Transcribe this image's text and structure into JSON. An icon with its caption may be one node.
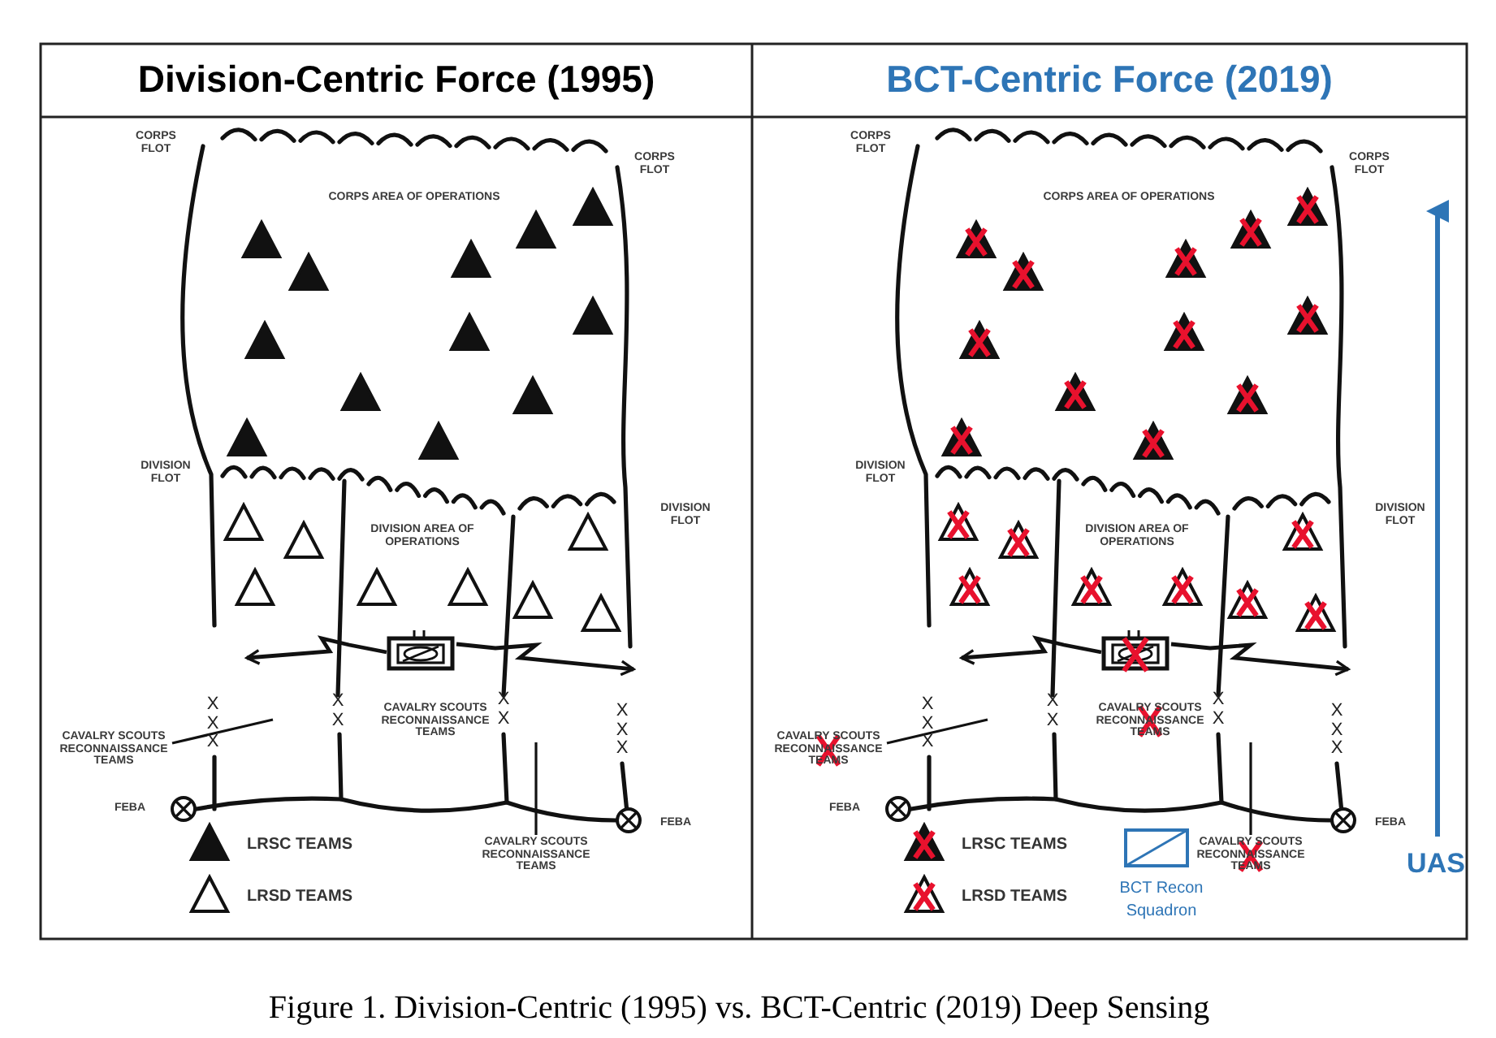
{
  "diagram": {
    "caption": "Figure 1.   Division-Centric (1995) vs. BCT-Centric (2019) Deep Sensing",
    "nodes": [
      {
        "text": [],
        "shape": "box"
      },
      {
        "text": [
          "CAVALRY SCOUTS RECONNAISSANCE TEAMS"
        ]
      },
      {
        "text": [
          "CAVALRY SCOUTS RECONNAISSANCE TEAMS"
        ]
      },
      {
        "text": [],
        "shape": "box"
      },
      {
        "text": [
          "CAVALRY SCOUTS RECONNAISSANCE TEAMS"
        ]
      },
      {
        "text": [
          "CAVALRY SCOUTS RECONNAISSANCE TEAMS"
        ]
      }
    ],
    "edges": [
      {
        "from": 0,
        "to": null,
        "arrow": "to"
      },
      {
        "from": 0,
        "to": null,
        "arrow": "to"
      },
      {
        "from": 1,
        "to": null,
        "arrow": "none"
      },
      {
        "from": 2,
        "to": null,
        "arrow": "none"
      },
      {
        "from": 3,
        "to": null,
        "arrow": "to"
      },
      {
        "from": 3,
        "to": null,
        "arrow": "to"
      },
      {
        "from": 4,
        "to": null,
        "arrow": "none"
      },
      {
        "from": 5,
        "to": null,
        "arrow": "none"
      }
    ],
    "labels": [
      "Division-Centric Force (1995)",
      "BCT-Centric Force (2019)",
      "CORPS FLOT",
      "CORPS FLOT",
      "CORPS AREA OF OPERATIONS",
      "DIVISION FLOT",
      "DIVISION FLOT",
      "DIVISION AREA OF OPERATIONS",
      "XXX",
      "XX",
      "XX",
      "XXX",
      "CAVALRY SCOUTS RECONNAISSANCE TEAMS",
      "FEBA",
      "FEBA",
      "CORPS FLOT",
      "CORPS FLOT",
      "CORPS AREA OF OPERATIONS",
      "DIVISION FLOT",
      "DIVISION FLOT",
      "DIVISION AREA OF OPERATIONS",
      "XXX",
      "XX",
      "XX",
      "XXX",
      "CAVALRY SCOUTS RECONNAISSANCE TEAMS",
      "FEBA",
      "FEBA",
      "UAS"
    ],
    "legend": [
      {
        "text": "LRSC TEAMS"
      },
      {
        "text": "LRSD TEAMS"
      },
      {
        "text": "LRSC TEAMS"
      },
      {
        "text": "LRSD TEAMS"
      },
      {
        "text": "BCT Recon Squadron"
      }
    ]
  }
}
